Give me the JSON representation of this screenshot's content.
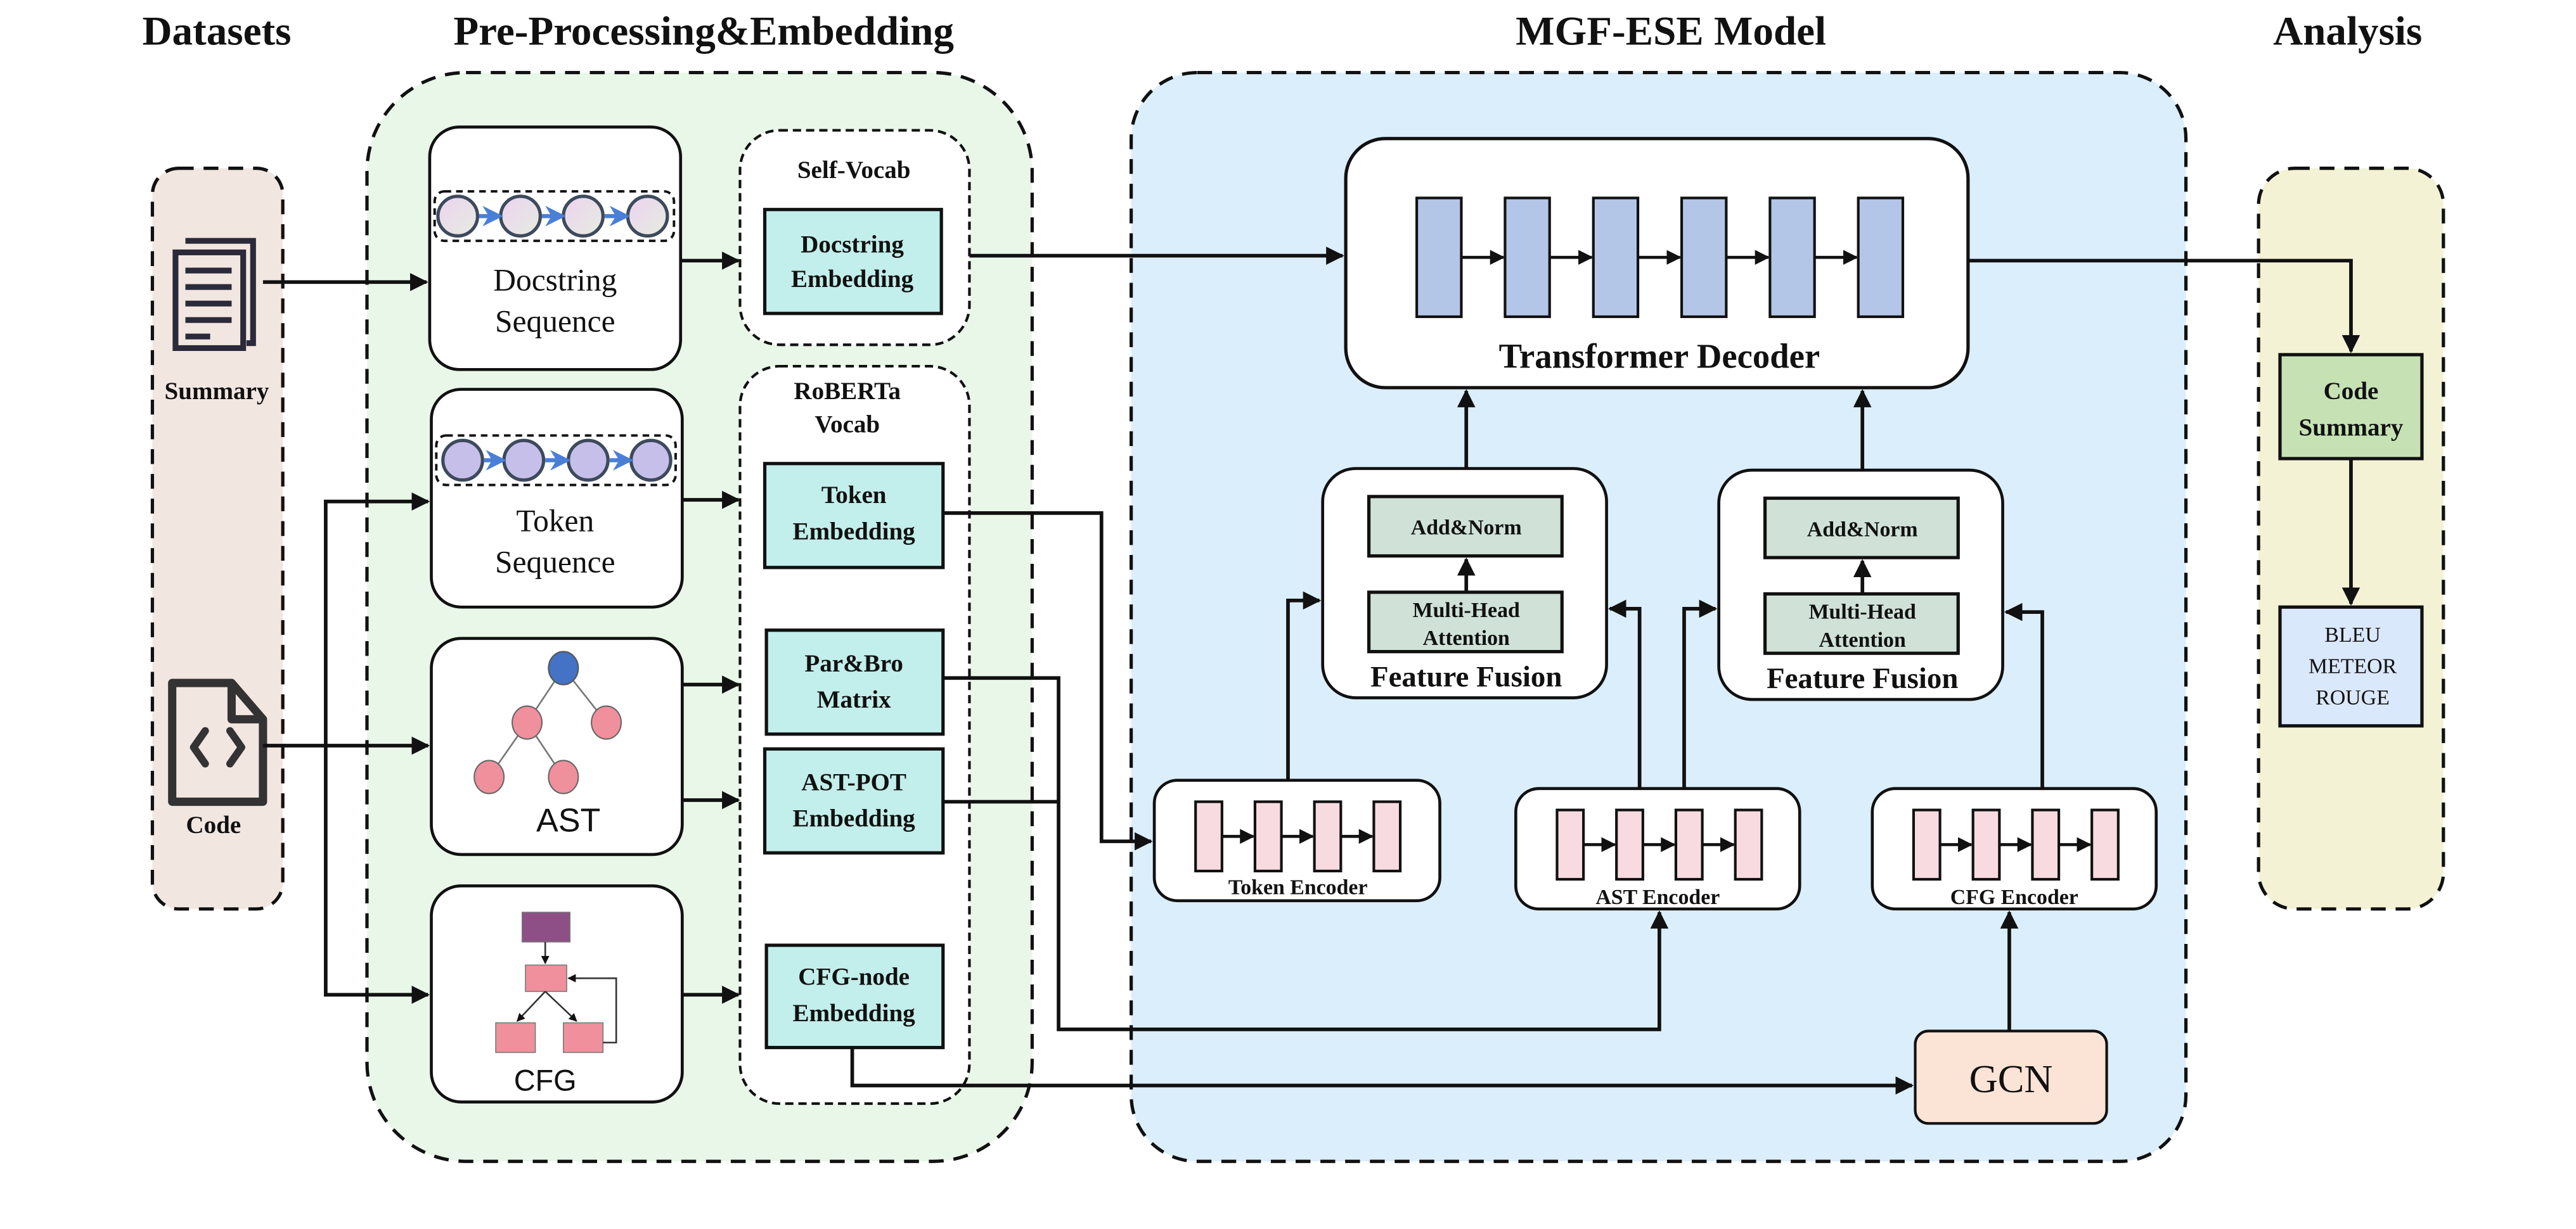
{
  "sections": {
    "datasets": "Datasets",
    "preprocessing": "Pre-Processing&Embedding",
    "model": "MGF-ESE Model",
    "analysis": "Analysis"
  },
  "datasets": {
    "summary_label": "Summary",
    "code_label": "Code"
  },
  "preprocessing": {
    "docstring_seq": [
      "Docstring",
      "Sequence"
    ],
    "token_seq": [
      "Token",
      "Sequence"
    ],
    "ast_label": "AST",
    "cfg_label": "CFG",
    "self_vocab": "Self-Vocab",
    "roberta_vocab": [
      "RoBERTa",
      "Vocab"
    ],
    "docstring_embedding": [
      "Docstring",
      "Embedding"
    ],
    "token_embedding": [
      "Token",
      "Embedding"
    ],
    "parbro_matrix": [
      "Par&Bro",
      "Matrix"
    ],
    "astpot_embedding": [
      "AST-POT",
      "Embedding"
    ],
    "cfgnode_embedding": [
      "CFG-node",
      "Embedding"
    ]
  },
  "model": {
    "decoder_label": "Transformer Decoder",
    "decoder_layers": 6,
    "fusion": [
      {
        "label": "Feature Fusion",
        "add_norm": "Add&Norm",
        "mha": [
          "Multi-Head",
          "Attention"
        ]
      },
      {
        "label": "Feature Fusion",
        "add_norm": "Add&Norm",
        "mha": [
          "Multi-Head",
          "Attention"
        ]
      }
    ],
    "encoders": [
      {
        "label": "Token Encoder",
        "layers": 4
      },
      {
        "label": "AST Encoder",
        "layers": 4
      },
      {
        "label": "CFG Encoder",
        "layers": 4
      }
    ],
    "gcn_label": "GCN"
  },
  "analysis": {
    "code_summary": [
      "Code",
      "Summary"
    ],
    "metrics": [
      "BLEU",
      "METEOR",
      "ROUGE"
    ]
  },
  "colors": {
    "datasets_bg": "#f2e6e0",
    "preprocessing_bg": "#e9f7e9",
    "model_bg": "#dbeefc",
    "analysis_bg": "#f3f2d5",
    "embedding_fill": "#c2eeeb",
    "decoder_layer_fill": "#b4c6e7",
    "encoder_layer_fill": "#f8dbe1",
    "fusion_block_fill": "#d0e2d8",
    "gcn_fill": "#fbe4d5",
    "code_summary_fill": "#c6e2b4",
    "metrics_fill": "#dae8fb",
    "ast_root": "#4472c4",
    "ast_node": "#ef909c",
    "cfg_entry": "#8e4f86",
    "cfg_node": "#ef909c",
    "seq_node_doc": "#e6d5ec",
    "seq_node_tok": "#c6bfe9",
    "seq_arrow": "#4a7fd6"
  }
}
